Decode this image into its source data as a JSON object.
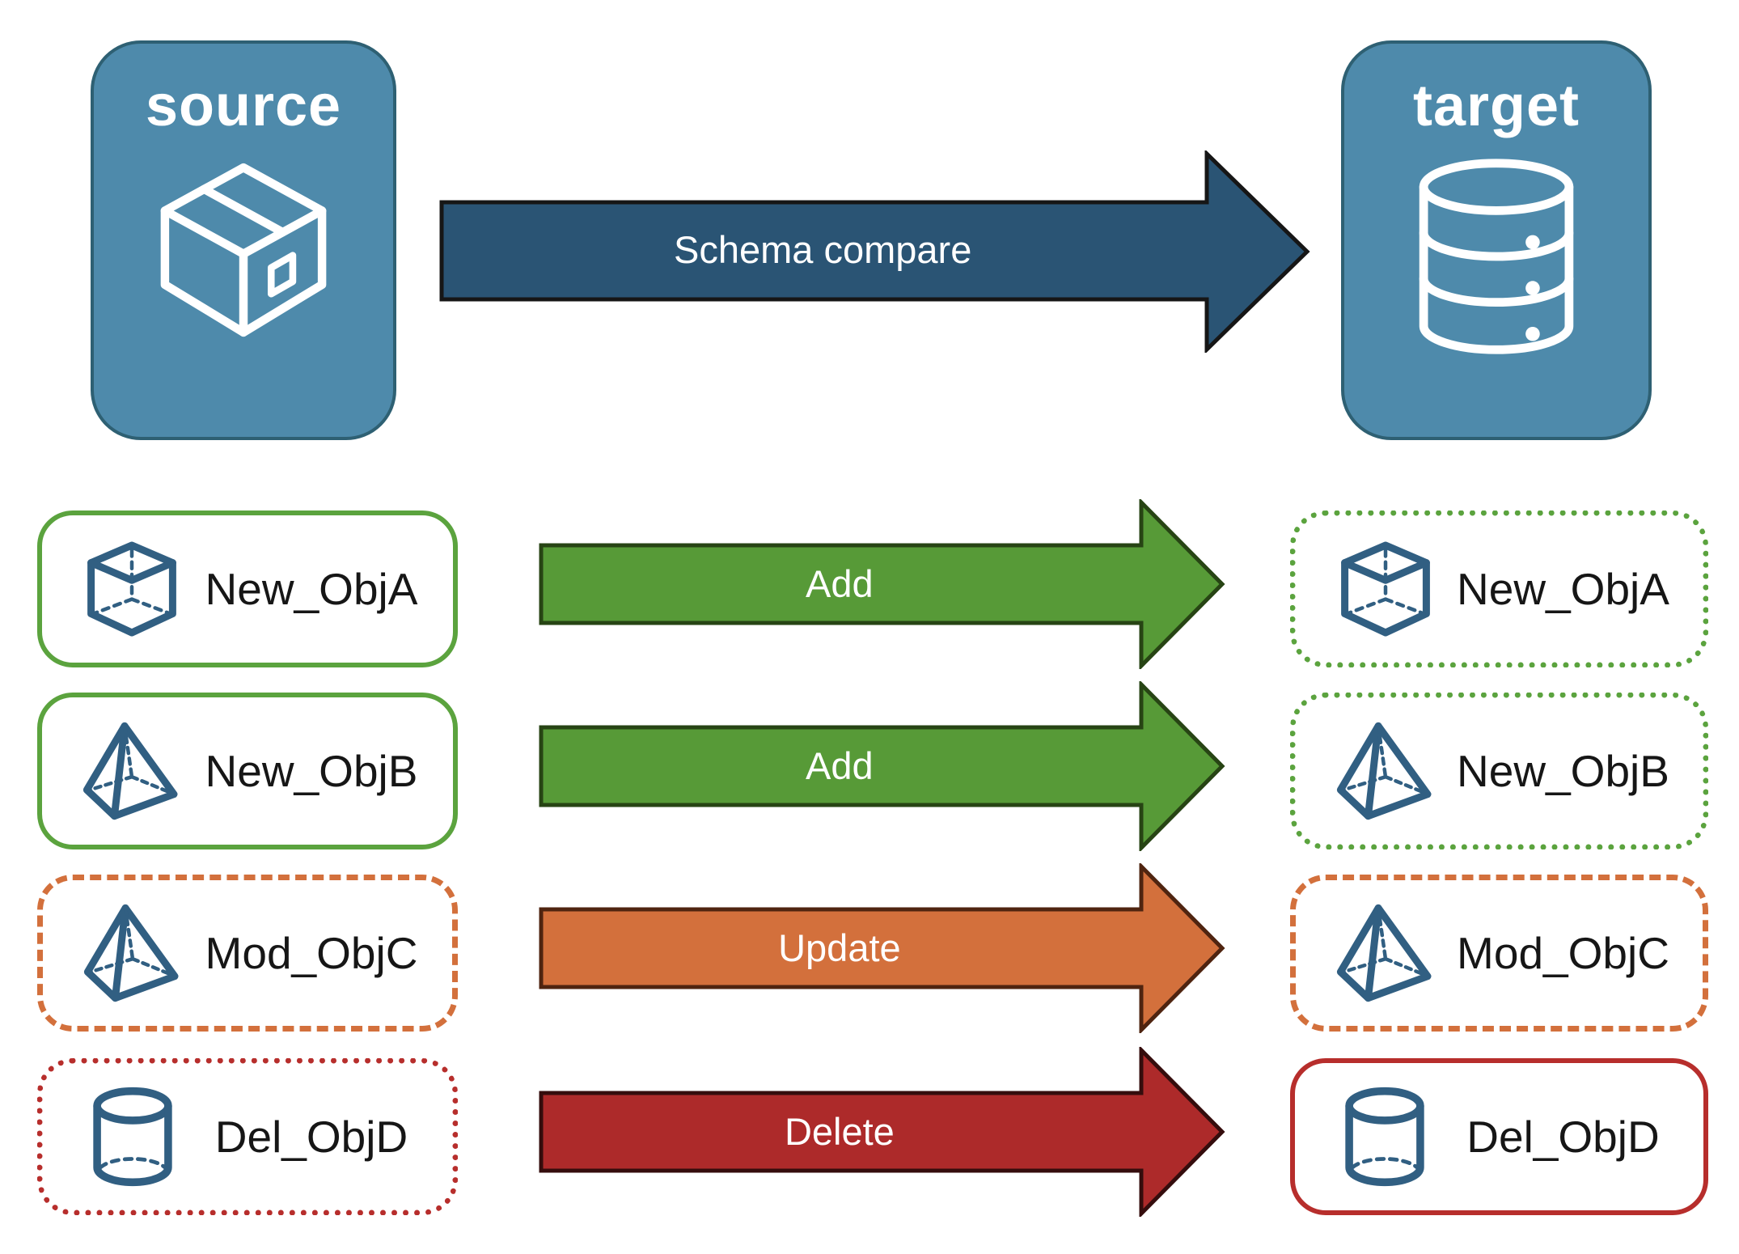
{
  "nodes": {
    "source": {
      "label": "source",
      "icon": "package-icon"
    },
    "target": {
      "label": "target",
      "icon": "database-icon"
    }
  },
  "schema_arrow": {
    "label": "Schema compare",
    "color": "#2a5474"
  },
  "rows": [
    {
      "name": "New_ObjA",
      "action": "Add",
      "icon": "cube-icon",
      "action_color": "#579a37",
      "source_border": "green-solid",
      "target_border": "green-dotted",
      "border_color": "#5ba33e"
    },
    {
      "name": "New_ObjB",
      "action": "Add",
      "icon": "pyramid-icon",
      "action_color": "#579a37",
      "source_border": "green-solid",
      "target_border": "green-dotted",
      "border_color": "#5ba33e"
    },
    {
      "name": "Mod_ObjC",
      "action": "Update",
      "icon": "pyramid-icon",
      "action_color": "#d3703c",
      "source_border": "orange-dashed",
      "target_border": "orange-dashed",
      "border_color": "#d3703c"
    },
    {
      "name": "Del_ObjD",
      "action": "Delete",
      "icon": "cylinder-icon",
      "action_color": "#ad2a2a",
      "source_border": "red-dotted",
      "target_border": "red-solid",
      "border_color": "#b72e2c"
    }
  ],
  "colors": {
    "node_fill": "#4e8aab",
    "node_border": "#2e6073",
    "schema_arrow_fill": "#2a5474",
    "add_arrow_fill": "#579a37",
    "update_arrow_fill": "#d3703c",
    "delete_arrow_fill": "#ad2a2a",
    "new_object_border": "#5ba33e",
    "modified_object_border": "#d3703c",
    "deleted_object_border": "#b72e2c",
    "object_icon_blue": "#315f82",
    "label_text": "#161616"
  }
}
